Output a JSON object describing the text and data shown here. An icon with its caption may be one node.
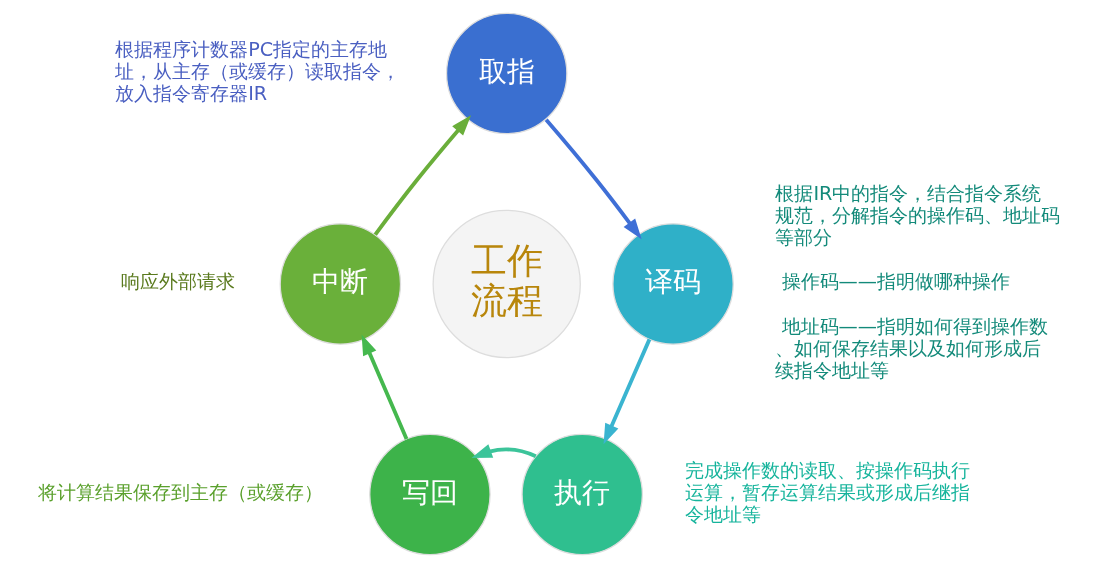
{
  "diagram": {
    "nodes": [
      {
        "text": [
          "工作流程"
        ]
      },
      {
        "text": [
          "取指"
        ],
        "beside": [
          "根据程序计数器PC指定的主存地址，从主存（或缓存）读取指令，放入指令寄存器IR"
        ]
      },
      {
        "text": [
          "译码"
        ],
        "beside": [
          "根据IR中的指令，结合指令系统规范，分解指令的操作码、地址码等部分",
          "操作码——指明做哪种操作",
          "地址码——指明如何得到操作数、如何保存结果以及如何形成后续指令地址等"
        ]
      },
      {
        "text": [
          "执行"
        ],
        "beside": [
          "完成操作数的读取、按操作码执行运算，暂存运算结果或形成后继指令地址等"
        ]
      },
      {
        "text": [
          "写回"
        ],
        "beside": [
          "将计算结果保存到主存（或缓存）"
        ]
      },
      {
        "text": [
          "中断"
        ],
        "beside": [
          "响应外部请求"
        ]
      }
    ],
    "edges": [
      {
        "from": 1,
        "to": 2,
        "arrow": "to",
        "color": "#3f6fd6"
      },
      {
        "from": 2,
        "to": 3,
        "arrow": "to",
        "color": "#3ab4d0"
      },
      {
        "from": 3,
        "to": 4,
        "arrow": "to",
        "color": "#3cc49a"
      },
      {
        "from": 4,
        "to": 5,
        "arrow": "to",
        "color": "#45b84e"
      },
      {
        "from": 5,
        "to": 1,
        "arrow": "to",
        "color": "#6aae3a"
      }
    ]
  }
}
